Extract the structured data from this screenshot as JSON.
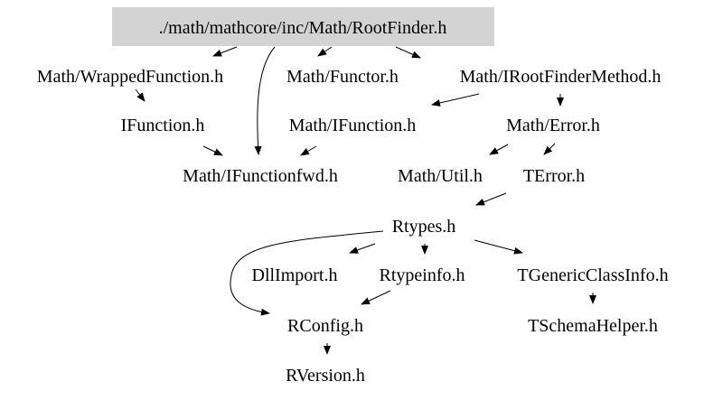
{
  "nodes": {
    "root": "./math/mathcore/inc/Math/RootFinder.h",
    "wrapped": "Math/WrappedFunction.h",
    "functor": "Math/Functor.h",
    "irfm": "Math/IRootFinderMethod.h",
    "ifunc": "IFunction.h",
    "mifunc": "Math/IFunction.h",
    "merror": "Math/Error.h",
    "ifwd": "Math/IFunctionfwd.h",
    "mutil": "Math/Util.h",
    "terror": "TError.h",
    "rtypes": "Rtypes.h",
    "dllimport": "DllImport.h",
    "rtypeinfo": "Rtypeinfo.h",
    "tgci": "TGenericClassInfo.h",
    "rconfig": "RConfig.h",
    "tschema": "TSchemaHelper.h",
    "rversion": "RVersion.h"
  },
  "colors": {
    "root_fill": "#d3d3d3",
    "edge": "#000000",
    "text": "#000000"
  }
}
